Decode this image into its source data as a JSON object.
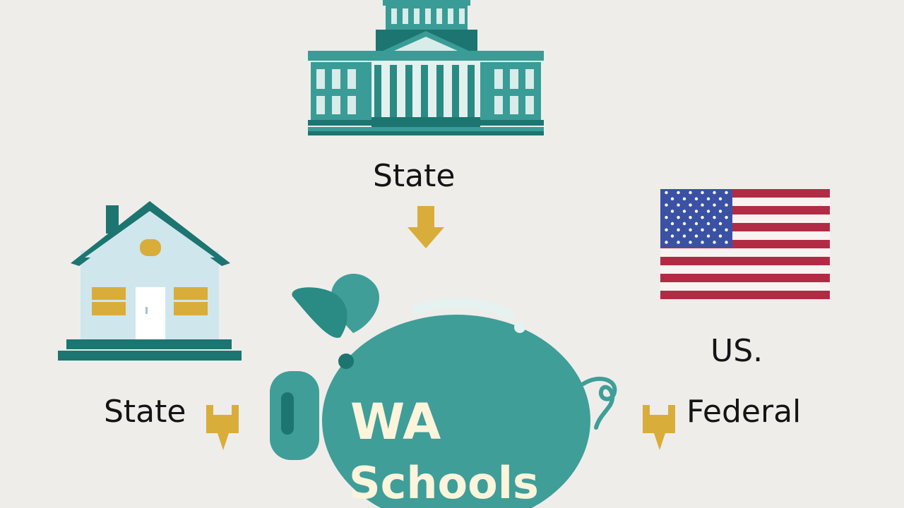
{
  "labels": {
    "top": "State",
    "left": "State",
    "right_top": "US.",
    "right_bottom": "Federal"
  },
  "piggy_bank": {
    "line1": "WA",
    "line2": "Schools"
  },
  "icons": {
    "capitol": "capitol-building-icon",
    "house": "house-icon",
    "flag": "us-flag-icon",
    "piggy_bank": "piggy-bank-icon",
    "arrow": "arrow-down-icon"
  },
  "colors": {
    "background": "#eeedea",
    "teal": "#3f9e98",
    "teal_dark": "#1c7570",
    "gold": "#d9ad3a",
    "text": "#141414"
  }
}
